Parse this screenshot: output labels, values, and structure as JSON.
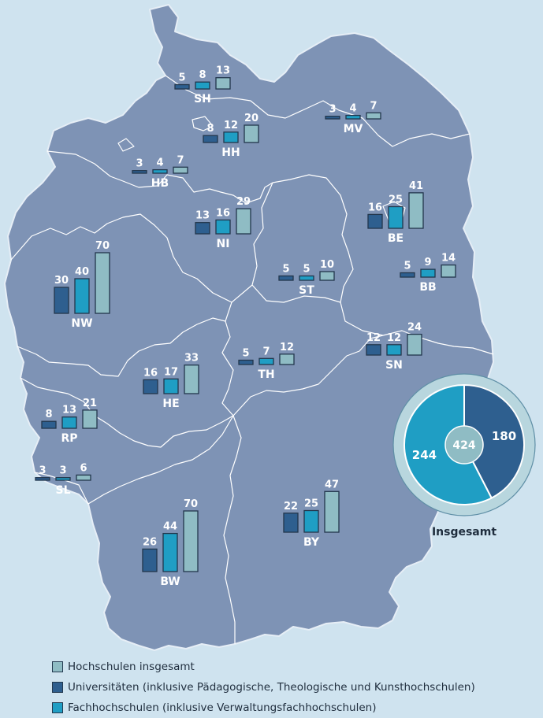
{
  "colors": {
    "universities": "#2e5f8f",
    "fachhochschulen": "#1f9ec4",
    "total": "#8fbcc4",
    "land": "#7e93b5",
    "sea": "#cfe3ef",
    "label": "#ffffff"
  },
  "legend": [
    {
      "key": "total",
      "label": "Hochschulen insgesamt"
    },
    {
      "key": "universities",
      "label": "Universitäten (inklusive Pädagogische, Theologische und Kunsthochschulen)"
    },
    {
      "key": "fachhochschulen",
      "label": "Fachhochschulen (inklusive Verwaltungsfachhochschulen)"
    }
  ],
  "chart_data": [
    {
      "type": "bar",
      "series_keys": [
        "universities",
        "fachhochschulen",
        "total"
      ],
      "regions": [
        {
          "code": "SH",
          "values": [
            5,
            8,
            13
          ]
        },
        {
          "code": "MV",
          "values": [
            3,
            4,
            7
          ]
        },
        {
          "code": "HH",
          "values": [
            8,
            12,
            20
          ]
        },
        {
          "code": "HB",
          "values": [
            3,
            4,
            7
          ]
        },
        {
          "code": "NI",
          "values": [
            13,
            16,
            29
          ]
        },
        {
          "code": "BE",
          "values": [
            16,
            25,
            41
          ]
        },
        {
          "code": "ST",
          "values": [
            5,
            5,
            10
          ]
        },
        {
          "code": "BB",
          "values": [
            5,
            9,
            14
          ]
        },
        {
          "code": "NW",
          "values": [
            30,
            40,
            70
          ]
        },
        {
          "code": "SN",
          "values": [
            12,
            12,
            24
          ]
        },
        {
          "code": "TH",
          "values": [
            5,
            7,
            12
          ]
        },
        {
          "code": "HE",
          "values": [
            16,
            17,
            33
          ]
        },
        {
          "code": "RP",
          "values": [
            8,
            13,
            21
          ]
        },
        {
          "code": "SL",
          "values": [
            3,
            3,
            6
          ]
        },
        {
          "code": "BY",
          "values": [
            22,
            25,
            47
          ]
        },
        {
          "code": "BW",
          "values": [
            26,
            44,
            70
          ]
        }
      ]
    },
    {
      "type": "pie",
      "title": "Insgesamt",
      "total": 424,
      "slices": [
        {
          "key": "universities",
          "value": 180
        },
        {
          "key": "fachhochschulen",
          "value": 244
        }
      ]
    }
  ]
}
